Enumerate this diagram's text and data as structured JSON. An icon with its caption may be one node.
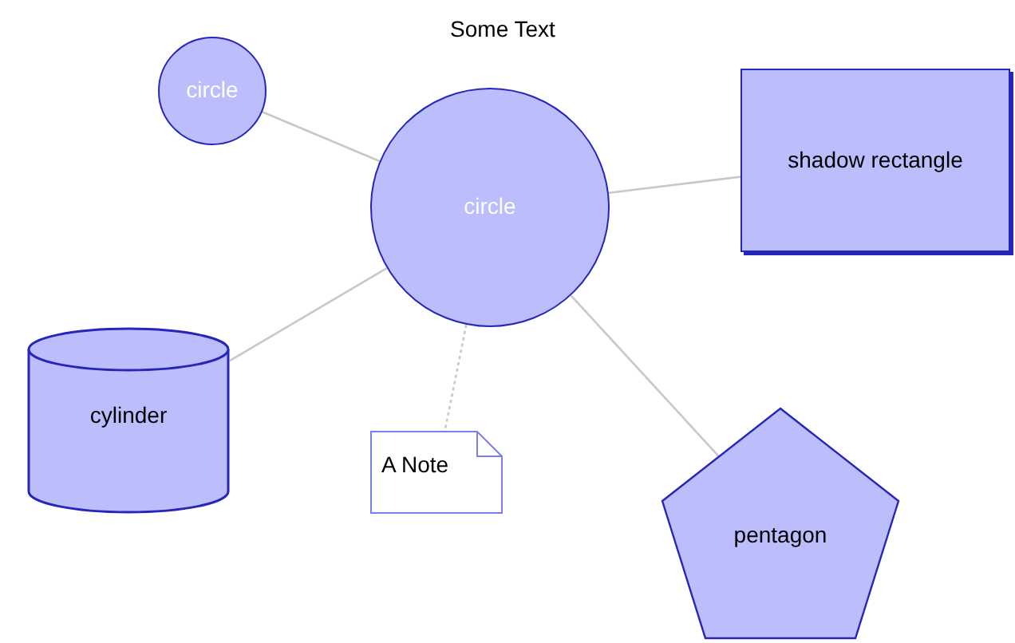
{
  "diagram": {
    "title": "Some Text",
    "nodes": [
      {
        "text": [
          "circle"
        ]
      },
      {
        "text": [
          "circle"
        ]
      },
      {
        "text": [
          "shadow rectangle"
        ]
      },
      {
        "text": [
          "cylinder"
        ]
      },
      {
        "text": [
          "A Note"
        ]
      },
      {
        "text": [
          "pentagon"
        ]
      }
    ],
    "edges": [
      {
        "from": 1,
        "to": 0,
        "arrow": "none"
      },
      {
        "from": 1,
        "to": 2,
        "arrow": "none"
      },
      {
        "from": 1,
        "to": 3,
        "arrow": "none"
      },
      {
        "from": 1,
        "to": 4,
        "arrow": "none",
        "style": "dashed"
      },
      {
        "from": 1,
        "to": 5,
        "arrow": "none"
      }
    ]
  }
}
